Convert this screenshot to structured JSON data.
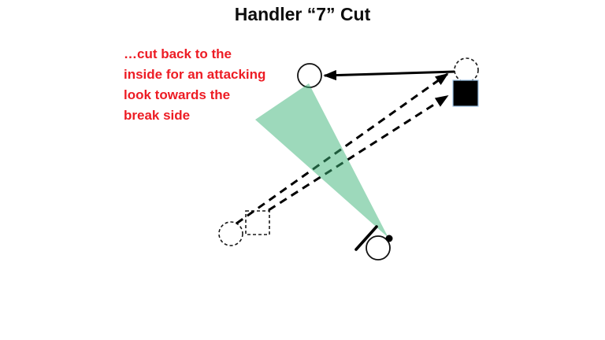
{
  "slide": {
    "title": "Handler “7” Cut",
    "annotation": {
      "lines": [
        "…cut back to the",
        "inside for an attacking",
        "look towards the",
        "break side"
      ],
      "color": "#ED1C24"
    }
  },
  "colors": {
    "ink": "#000000",
    "cone_green": "#3CB478",
    "cone_opacity": "0.5",
    "square_border_blue": "#9DC3E6",
    "title_text": "#0d0d0d"
  },
  "diagram": {
    "elements": [
      {
        "name": "cutter-current-position",
        "shape": "solid-circle"
      },
      {
        "name": "cutter-deep-position",
        "shape": "dashed-circle"
      },
      {
        "name": "defender-current-position",
        "shape": "filled-square"
      },
      {
        "name": "cutter-start-position",
        "shape": "dashed-circle"
      },
      {
        "name": "defender-start-position",
        "shape": "dashed-square"
      },
      {
        "name": "thrower",
        "shape": "solid-circle"
      },
      {
        "name": "disc",
        "shape": "filled-dot"
      },
      {
        "name": "marker-force-line",
        "shape": "thick-line"
      },
      {
        "name": "break-side-throwing-lane",
        "shape": "green-cone"
      },
      {
        "name": "cutter-upfield-path",
        "shape": "dashed-arrow"
      },
      {
        "name": "defender-upfield-path",
        "shape": "dashed-arrow"
      },
      {
        "name": "cut-back-inside-arrow",
        "shape": "solid-arrow"
      }
    ]
  }
}
